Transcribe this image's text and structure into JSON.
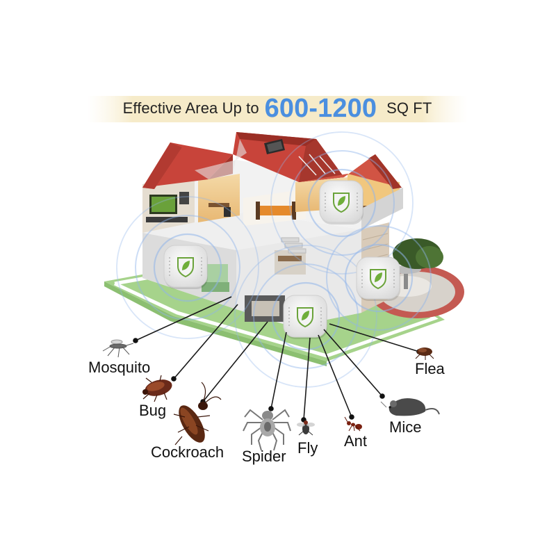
{
  "headline": {
    "prefix": "Effective Area Up to",
    "value": "600-1200",
    "unit": "SQ FT"
  },
  "pests": [
    {
      "label": "Mosquito",
      "icon": "mosquito-icon"
    },
    {
      "label": "Bug",
      "icon": "bug-icon"
    },
    {
      "label": "Cockroach",
      "icon": "cockroach-icon"
    },
    {
      "label": "Spider",
      "icon": "spider-icon"
    },
    {
      "label": "Fly",
      "icon": "fly-icon"
    },
    {
      "label": "Ant",
      "icon": "ant-icon"
    },
    {
      "label": "Mice",
      "icon": "mouse-icon"
    },
    {
      "label": "Flea",
      "icon": "flea-icon"
    }
  ],
  "colors": {
    "accent": "#4a8fe0",
    "roof": "#c8443a",
    "wave": "#8fb4ea",
    "lawn": "#a8d48c"
  }
}
